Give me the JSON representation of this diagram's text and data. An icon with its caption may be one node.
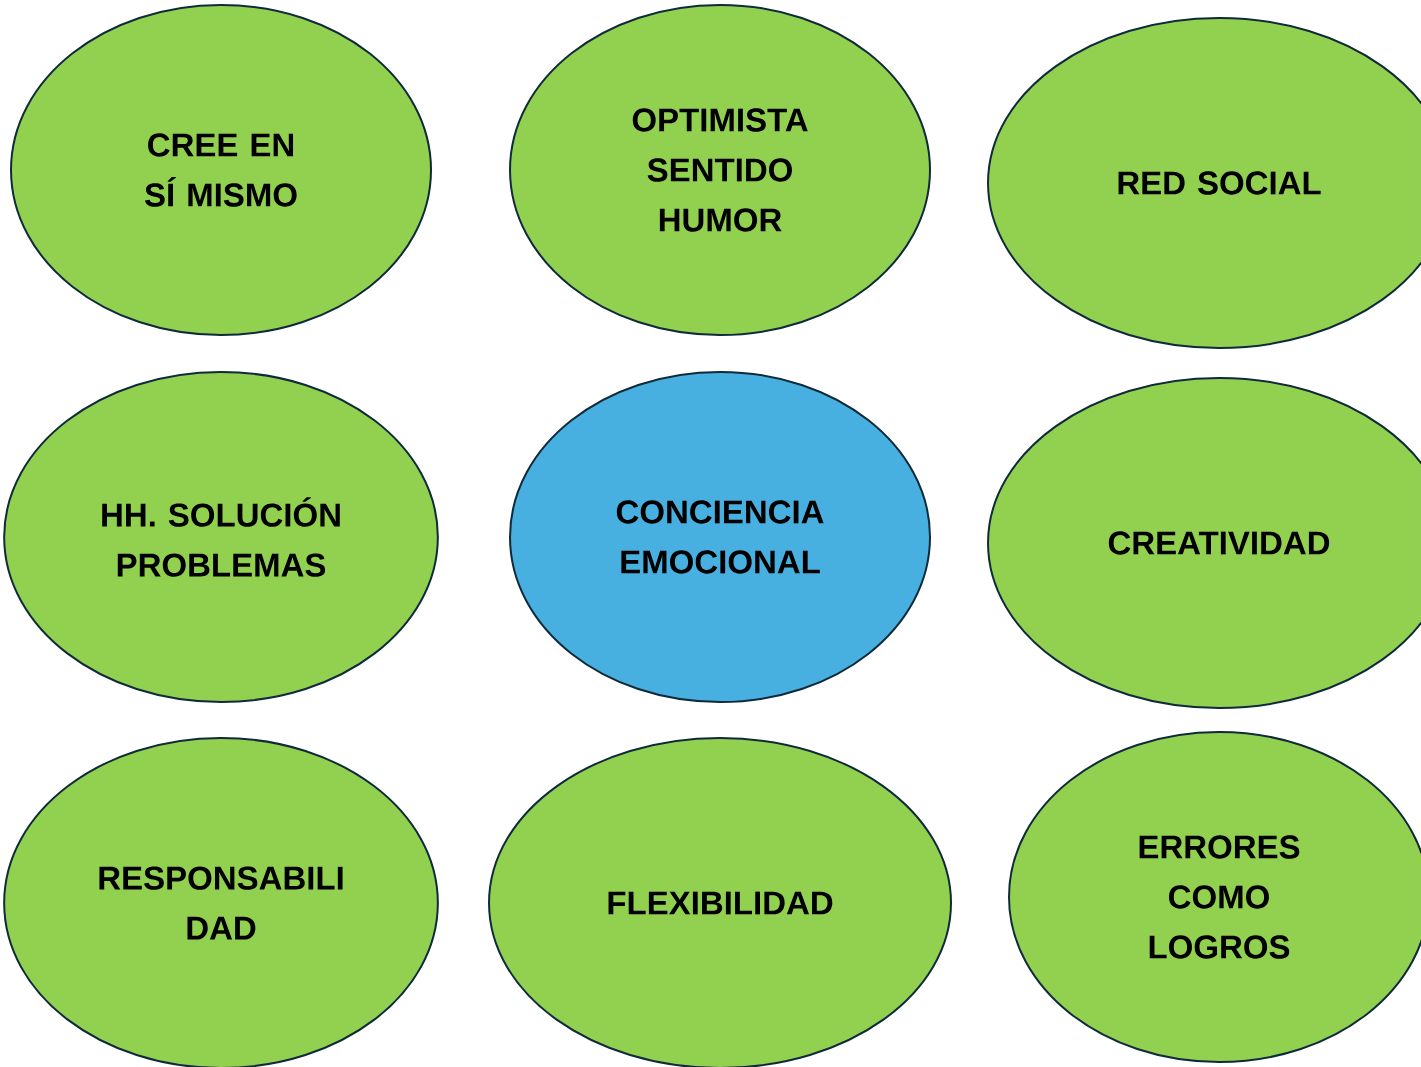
{
  "diagram": {
    "nodes": [
      {
        "text": [
          "CREE EN SÍ MISMO"
        ]
      },
      {
        "text": [
          "OPTIMISTA SENTIDO HUMOR"
        ]
      },
      {
        "text": [
          "RED SOCIAL"
        ]
      },
      {
        "text": [
          "HH. SOLUCIÓN PROBLEMAS"
        ]
      },
      {
        "text": [
          "CONCIENCIA EMOCIONAL"
        ]
      },
      {
        "text": [
          "CREATIVIDAD"
        ]
      },
      {
        "text": [
          "RESPONSABILI DAD"
        ]
      },
      {
        "text": [
          "FLEXIBILIDAD"
        ]
      },
      {
        "text": [
          "ERRORES COMO LOGROS"
        ]
      }
    ]
  }
}
